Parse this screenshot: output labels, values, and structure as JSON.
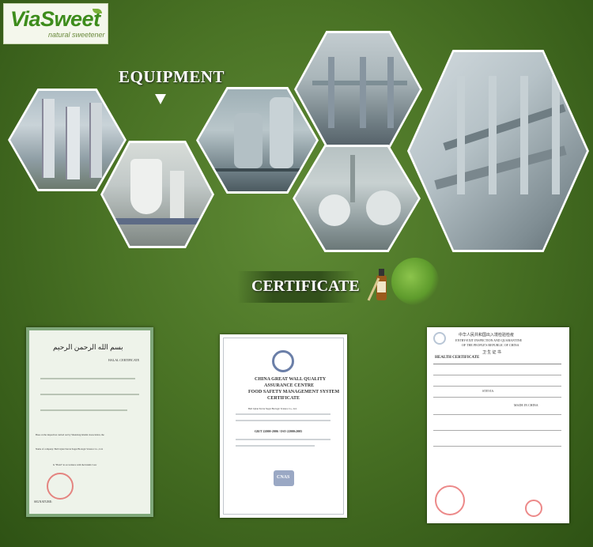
{
  "logo": {
    "brand": "ViaSweet",
    "tagline": "natural sweetener"
  },
  "headings": {
    "equipment": "EQUIPMENT",
    "certificate": "CERTIFICATE"
  },
  "equipment_photos": [
    {
      "name": "evaporator-towers"
    },
    {
      "name": "spray-dryer"
    },
    {
      "name": "steel-tanks"
    },
    {
      "name": "pipe-system"
    },
    {
      "name": "reactor-vessels"
    },
    {
      "name": "column-array"
    }
  ],
  "certificates": {
    "halal": {
      "arabic_title": "بسم الله الرحمن الرحيم",
      "title": "HALAL CERTIFICATE",
      "line1": "Base on the inspection carried out by Shandong Islamic Association, the",
      "line2": "Name of company: Bell Lijian Stevia Sugar Biologic Science Co., Ltd.",
      "line3": "Is \"Halal\" in accordance with the Islamic Law",
      "signature_label": "SIGNATURE:"
    },
    "food_safety": {
      "line_a": "CHINA GREAT WALL QUALITY",
      "line_b": "ASSURANCE CENTRE",
      "line_c": "FOOD SAFETY MANAGEMENT SYSTEM",
      "line_d": "CERTIFICATE",
      "company": "Bell Lijian Stevia Sugar Biologic Science Co., Ltd.",
      "standard": "GB/T 22000-2006 / ISO 22000:2005",
      "seal_text": "CNAS"
    },
    "health": {
      "cn_title": "中华人民共和国出入境检验检疫",
      "line1": "ENTRY-EXIT INSPECTION AND QUARANTINE",
      "line2": "OF THE PEOPLE'S REPUBLIC OF CHINA",
      "cn_sub": "卫 生 证 书",
      "title": "HEALTH CERTIFICATE",
      "product": "STEVIA",
      "origin": "MADE IN CHINA"
    }
  }
}
